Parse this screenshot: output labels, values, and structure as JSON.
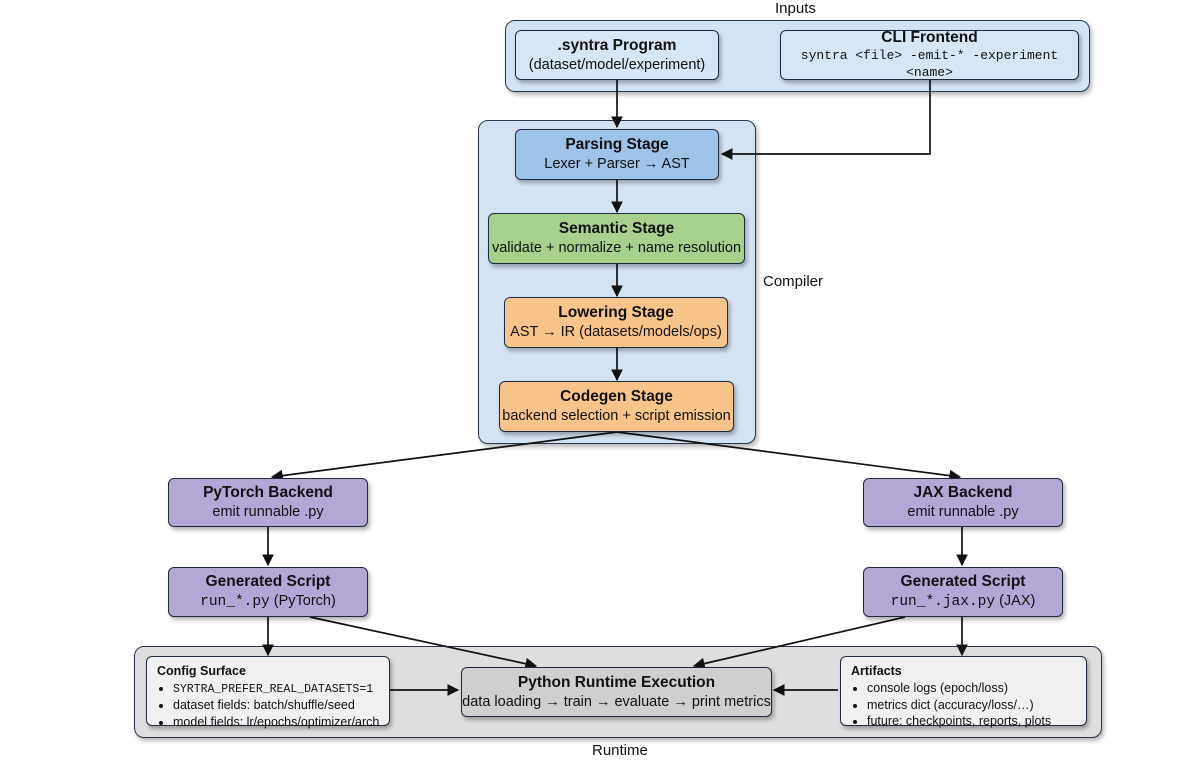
{
  "groups": {
    "inputs": "Inputs",
    "compiler": "Compiler",
    "runtime": "Runtime"
  },
  "nodes": {
    "program": {
      "title": ".syntra Program",
      "sub": "(dataset/model/experiment)"
    },
    "cli": {
      "title": "CLI Frontend",
      "sub": "syntra <file> -emit-* -experiment <name>"
    },
    "parsing": {
      "title": "Parsing Stage",
      "sub": "Lexer + Parser → AST"
    },
    "semantic": {
      "title": "Semantic Stage",
      "sub": "validate + normalize + name resolution"
    },
    "lowering": {
      "title": "Lowering Stage",
      "sub": "AST → IR (datasets/models/ops)"
    },
    "codegen": {
      "title": "Codegen Stage",
      "sub": "backend selection + script emission"
    },
    "pytorch": {
      "title": "PyTorch Backend",
      "sub": "emit runnable .py"
    },
    "jax": {
      "title": "JAX Backend",
      "sub": "emit runnable .py"
    },
    "gen_pt": {
      "title": "Generated Script",
      "code": "run_*.py",
      "tail": " (PyTorch)"
    },
    "gen_jax": {
      "title": "Generated Script",
      "code": "run_*.jax.py",
      "tail": " (JAX)"
    },
    "runtime_exec": {
      "title": "Python Runtime Execution",
      "sub": "data loading → train → evaluate → print metrics"
    }
  },
  "config_surface": {
    "title": "Config Surface",
    "env_var": "SYRTRA_PREFER_REAL_DATASETS=1",
    "items": [
      "dataset fields: batch/shuffle/seed",
      "model fields: lr/epochs/optimizer/arch"
    ]
  },
  "artifacts": {
    "title": "Artifacts",
    "items": [
      "console logs (epoch/loss)",
      "metrics dict (accuracy/loss/…)",
      "future: checkpoints, reports, plots"
    ]
  },
  "colors": {
    "inputs_bg": "#d6e6f5",
    "parsing": "#9dc3e6",
    "semantic": "#a8d08d",
    "lowering_codegen": "#f8c48a",
    "backend": "#b4a7d6",
    "runtime_bg": "#dedede"
  }
}
